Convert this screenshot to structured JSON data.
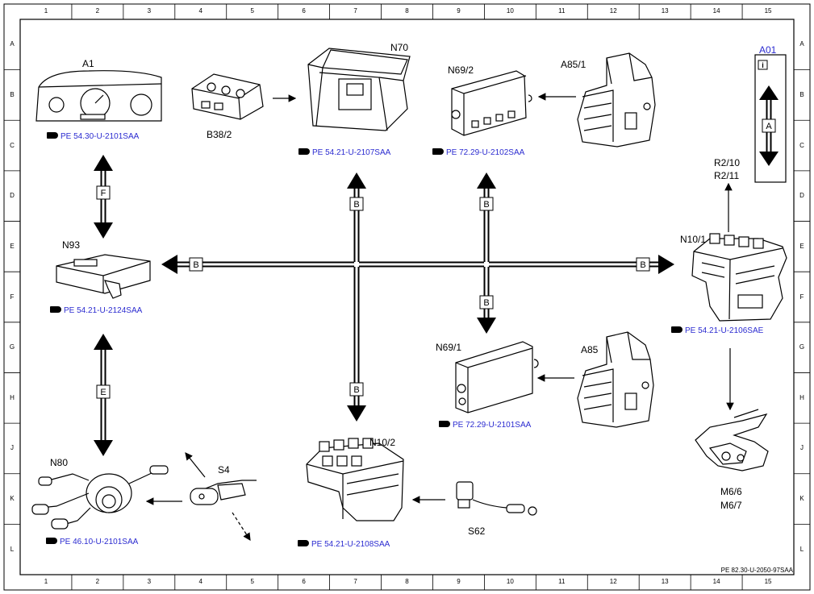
{
  "grid": {
    "columns": [
      "1",
      "2",
      "3",
      "4",
      "5",
      "6",
      "7",
      "8",
      "9",
      "10",
      "11",
      "12",
      "13",
      "14",
      "15"
    ],
    "rows": [
      "A",
      "B",
      "C",
      "D",
      "E",
      "F",
      "G",
      "H",
      "J",
      "K",
      "L"
    ]
  },
  "components": {
    "a1": "A1",
    "b38_2": "B38/2",
    "n70": "N70",
    "n69_2": "N69/2",
    "a85_1": "A85/1",
    "n93": "N93",
    "n10_1": "N10/1",
    "r2_10": "R2/10",
    "r2_11": "R2/11",
    "n69_1": "N69/1",
    "a85": "A85",
    "n80": "N80",
    "s4": "S4",
    "n10_2": "N10/2",
    "s62": "S62",
    "m6_6": "M6/6",
    "m6_7": "M6/7"
  },
  "references": {
    "a1": "PE 54.30-U-2101SAA",
    "n70": "PE 54.21-U-2107SAA",
    "n69_2": "PE 72.29-U-2102SAA",
    "n93": "PE 54.21-U-2124SAA",
    "n10_1": "PE 54.21-U-2106SAE",
    "n69_1": "PE 72.29-U-2101SAA",
    "n80": "PE 46.10-U-2101SAA",
    "n10_2": "PE 54.21-U-2108SAA"
  },
  "bus_labels": {
    "b_left": "B",
    "b_right": "B",
    "b_up_left": "B",
    "b_up_right": "B",
    "b_down_left": "B",
    "b_down_right": "B",
    "f": "F",
    "e": "E"
  },
  "legend": {
    "title": "A01",
    "info": "i",
    "arrow_label": "A"
  },
  "footer": "PE 82.30-U-2050-97SAA",
  "colors": {
    "reference_text": "#2b2bd0",
    "line": "#000000"
  }
}
